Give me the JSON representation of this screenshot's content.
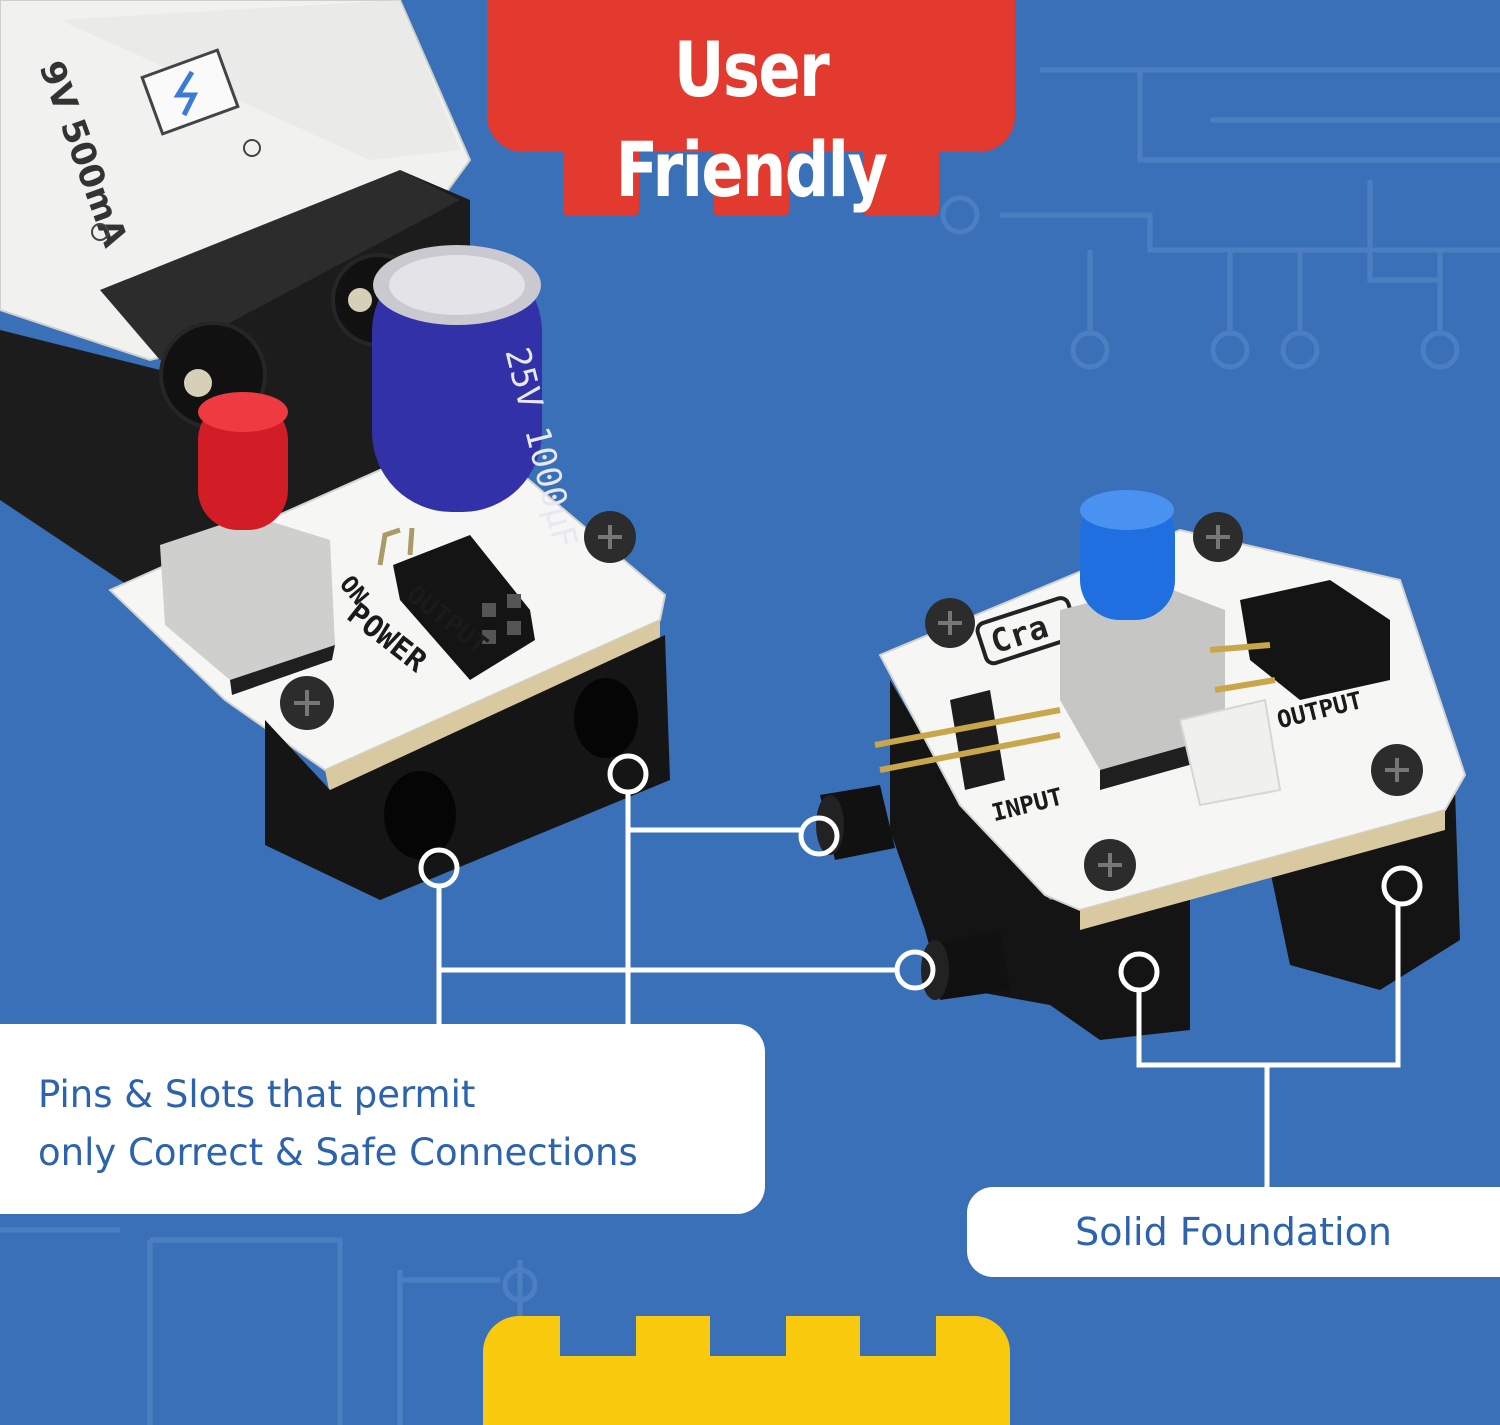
{
  "header": {
    "title": "User Friendly"
  },
  "callouts": {
    "pins_line1": "Pins & Slots that permit",
    "pins_line2": "only Correct & Safe Connections",
    "foundation": "Solid Foundation"
  },
  "modules": {
    "power": {
      "battery_text": "9V 500mA",
      "capacitor_text": "25V 1000µF",
      "label_power": "POWER",
      "label_output": "OUTPUT",
      "label_on": "ON"
    },
    "switch": {
      "label_input": "INPUT",
      "label_output": "OUTPUT",
      "brand_text": "Cra"
    }
  },
  "colors": {
    "background": "#3a70b8",
    "title_banner": "#e23a2e",
    "bottom_banner": "#f8c90c",
    "callout_text": "#2d63ac"
  }
}
